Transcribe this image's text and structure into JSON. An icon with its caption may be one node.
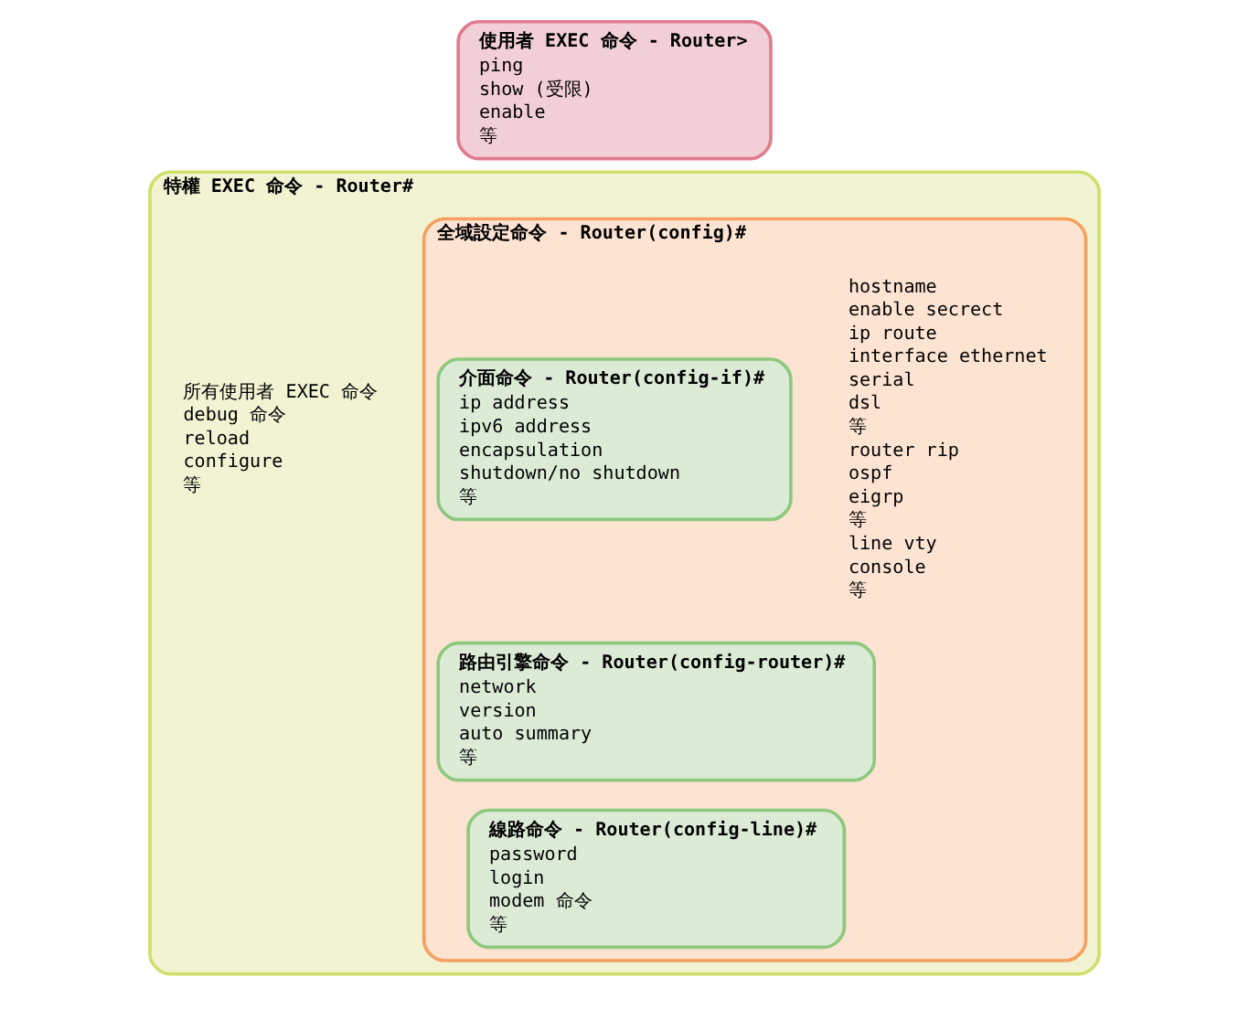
{
  "diagram": {
    "nodes": [
      {
        "text": [
          "使用者 EXEC 命令 - Router>",
          "ping",
          "show (受限)",
          "enable",
          "等"
        ]
      },
      {
        "text": [
          "特權 EXEC 命令 - Router#",
          "所有使用者 EXEC 命令",
          "debug 命令",
          "reload",
          "configure",
          "等"
        ]
      },
      {
        "text": [
          "全域設定命令 - Router(config)#",
          "hostname",
          "enable secrect",
          "ip route",
          "interface ethernet",
          "serial",
          "dsl",
          "等",
          "router rip",
          "ospf",
          "eigrp",
          "等",
          "line vty",
          "console",
          "等"
        ],
        "in": 1
      },
      {
        "text": [
          "介面命令 - Router(config-if)#",
          "ip address",
          "ipv6 address",
          "encapsulation",
          "shutdown/no shutdown",
          "等"
        ],
        "in": 2
      },
      {
        "text": [
          "路由引擎命令 - Router(config-router)#",
          "network",
          "version",
          "auto summary",
          "等"
        ],
        "in": 2
      },
      {
        "text": [
          "線路命令 - Router(config-line)#",
          "password",
          "login",
          "modem 命令",
          "等"
        ],
        "in": 2
      }
    ]
  }
}
